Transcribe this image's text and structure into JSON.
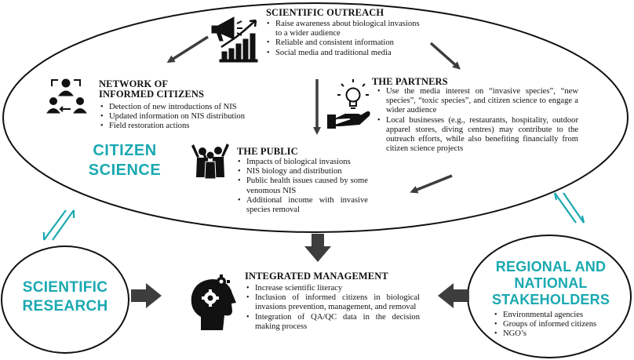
{
  "outreach": {
    "title": "SCIENTIFIC OUTREACH",
    "items": [
      "Raise awareness about biological invasions to a wider audience",
      "Reliable and consistent information",
      "Social media and traditional media"
    ]
  },
  "network": {
    "title_line1": "NETWORK OF",
    "title_line2": "INFORMED CITIZENS",
    "items": [
      "Detection of new introductions of NIS",
      "Updated information on NIS distribution",
      "Field restoration actions"
    ]
  },
  "partners": {
    "title": "THE PARTNERS",
    "items": [
      "Use the media interest on “invasive species”, “new species”, “toxic species”, and citizen science to engage a wider audience",
      "Local businesses (e.g., restaurants, hospitality, outdoor apparel stores, diving centres) may contribute to the outreach efforts, while also benefiting financially from citizen science projects"
    ]
  },
  "public": {
    "title": "THE PUBLIC",
    "items": [
      "Impacts of biological invasions",
      "NIS biology and distribution",
      "Public health issues caused by some venomous NIS",
      "Additional income with invasive species removal"
    ]
  },
  "citizen_science": {
    "line1": "CITIZEN",
    "line2": "SCIENCE"
  },
  "research": {
    "line1": "SCIENTIFIC",
    "line2": "RESEARCH"
  },
  "management": {
    "title": "INTEGRATED MANAGEMENT",
    "items": [
      "Increase scientific literacy",
      "Inclusion of informed citizens in biological invasions prevention, management, and removal",
      "Integration of QA/QC data in the decision making process"
    ]
  },
  "stakeholders": {
    "line1": "REGIONAL AND",
    "line2": "NATIONAL",
    "line3": "STAKEHOLDERS",
    "items": [
      "Environmental agencies",
      "Groups of informed citizens",
      "NGO’s"
    ]
  },
  "colors": {
    "teal": "#1aa9b1",
    "arrow": "#3d3d3d",
    "outline": "#111111"
  },
  "icons": [
    "megaphone-chart-icon",
    "network-people-icon",
    "lightbulb-hand-icon",
    "crowd-icon",
    "head-gears-icon"
  ]
}
